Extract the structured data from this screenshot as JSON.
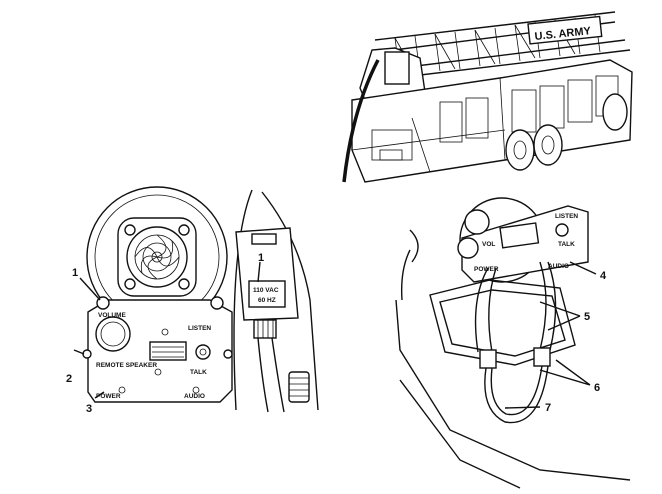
{
  "truck": {
    "side_text": "U.S. ARMY"
  },
  "speaker_panel": {
    "volume": "VOLUME",
    "listen": "LISTEN",
    "talk": "TALK",
    "remote_speaker": "REMOTE SPEAKER",
    "power": "POWER",
    "audio": "AUDIO"
  },
  "supply": {
    "voltage": "110 VAC",
    "frequency": "60 HZ"
  },
  "installed_box": {
    "listen": "LISTEN",
    "talk": "TALK",
    "volume": "VOL",
    "power": "POWER",
    "audio": "AUDIO"
  },
  "callouts": {
    "c1a": "1",
    "c1b": "1",
    "c2": "2",
    "c3": "3",
    "c4": "4",
    "c5": "5",
    "c6": "6",
    "c7": "7"
  },
  "colors": {
    "ink": "#111111",
    "paper": "#ffffff"
  }
}
